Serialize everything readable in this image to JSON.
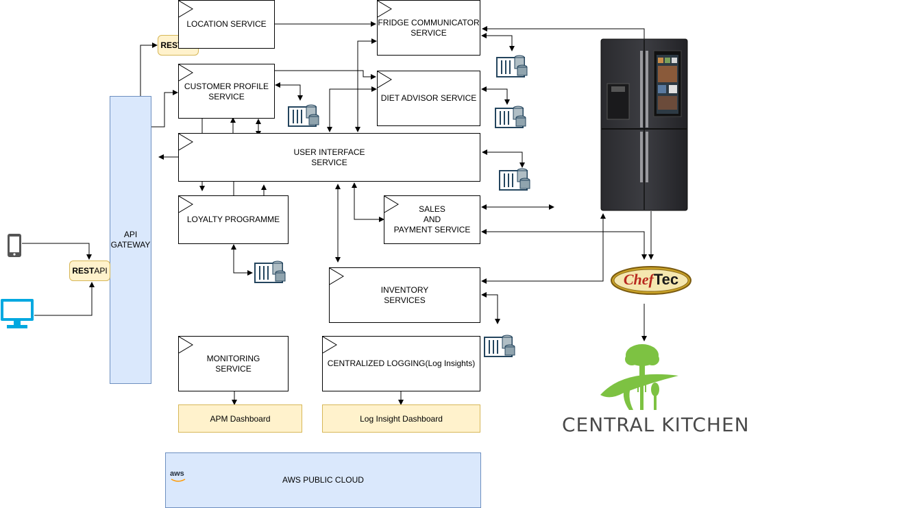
{
  "services": {
    "location": "LOCATION SERVICE",
    "fridge_comm": "FRIDGE COMMUNICATOR\nSERVICE",
    "customer_profile": "CUSTOMER PROFILE\nSERVICE",
    "diet_advisor": "DIET ADVISOR SERVICE",
    "user_interface": "USER INTERFACE\nSERVICE",
    "loyalty": "LOYALTY PROGRAMME",
    "sales": "SALES\nAND\nPAYMENT SERVICE",
    "inventory": "INVENTORY\nSERVICES",
    "monitoring": "MONITORING\nSERVICE",
    "logging": "CENTRALIZED LOGGING(Log Insights)"
  },
  "gateway": "API\nGATEWAY",
  "rest_api": {
    "bold": "REST",
    "rest": " API"
  },
  "dashboards": {
    "apm": "APM Dashboard",
    "log": "Log Insight Dashboard"
  },
  "cloud": {
    "label": "AWS PUBLIC CLOUD",
    "logo": "aws"
  },
  "cheftec": {
    "chef": "Chef",
    "tec": "Tec"
  },
  "kitchen": "CENTRAL KITCHEN",
  "colors": {
    "gateway_fill": "#dae8fc",
    "note_fill": "#fff2cc",
    "kitchen_green": "#7dc242",
    "cheftec_gold": "#c9a227"
  },
  "icons": [
    "mobile-phone-icon",
    "desktop-monitor-icon",
    "database-icon",
    "smart-fridge-icon",
    "cheftec-logo",
    "central-kitchen-logo"
  ]
}
